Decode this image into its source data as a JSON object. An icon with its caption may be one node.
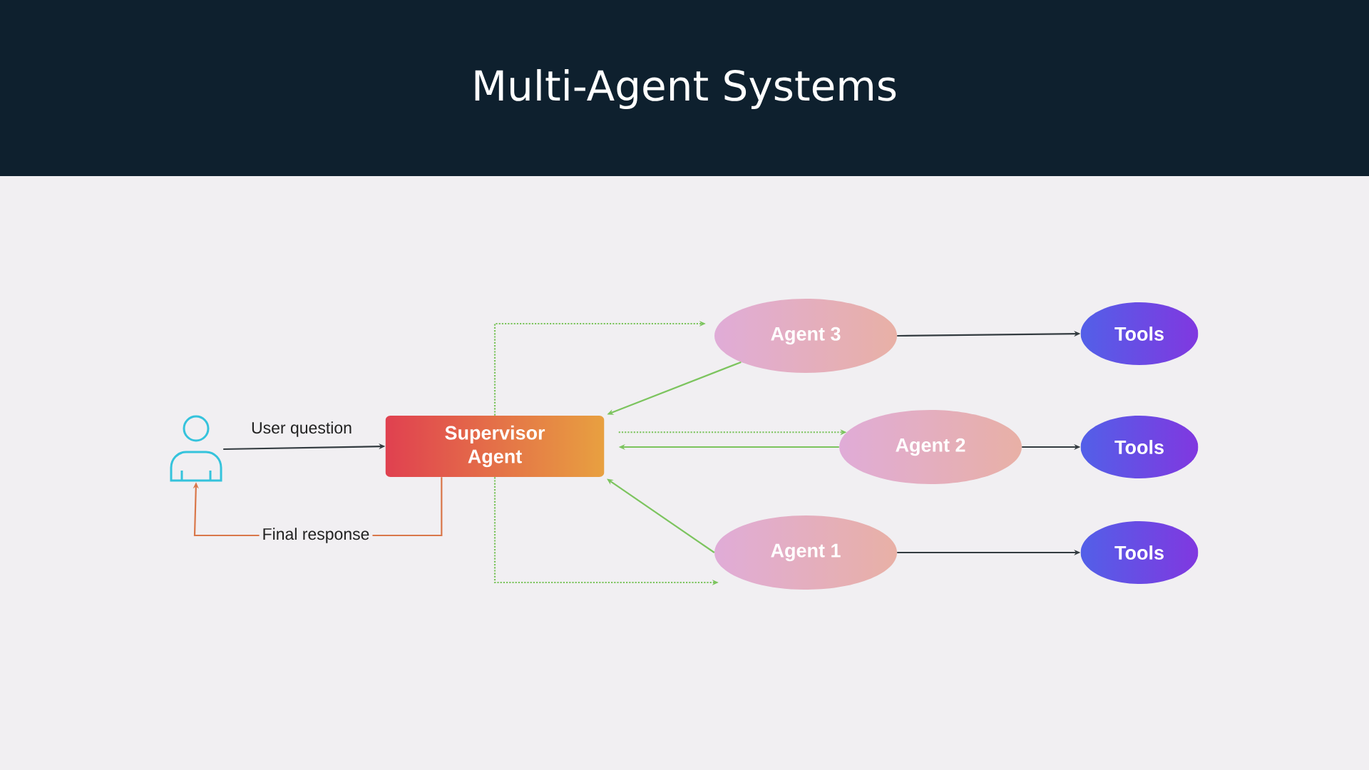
{
  "diagram": {
    "title": "Multi-Agent Systems",
    "nodes": [
      {
        "text": [],
        "shape": "person"
      },
      {
        "text": [
          "Supervisor Agent"
        ]
      },
      {
        "text": [
          "Agent 3"
        ]
      },
      {
        "text": [
          "Tools"
        ]
      },
      {
        "text": [
          "Agent 2"
        ]
      },
      {
        "text": [
          "Tools"
        ]
      },
      {
        "text": [
          "Agent 1"
        ]
      },
      {
        "text": [
          "Tools"
        ]
      }
    ],
    "edges": [
      {
        "from": 0,
        "to": 1,
        "arrow": "to",
        "label": "User question",
        "color": "#333b40"
      },
      {
        "from": 1,
        "to": 0,
        "arrow": "to",
        "label": "Final response",
        "color": "#d9774a"
      },
      {
        "from": 1,
        "to": 2,
        "arrow": "to",
        "style": "dashed"
      },
      {
        "from": 2,
        "to": 1,
        "arrow": "to"
      },
      {
        "from": 1,
        "to": 4,
        "arrow": "to",
        "style": "dashed"
      },
      {
        "from": 4,
        "to": 1,
        "arrow": "to"
      },
      {
        "from": 1,
        "to": 6,
        "arrow": "to",
        "style": "dashed"
      },
      {
        "from": 6,
        "to": 1,
        "arrow": "to"
      },
      {
        "from": 2,
        "to": 3,
        "arrow": "to",
        "color": "#333b40"
      },
      {
        "from": 4,
        "to": 5,
        "arrow": "to",
        "color": "#333b40"
      },
      {
        "from": 6,
        "to": 7,
        "arrow": "to",
        "color": "#333b40"
      }
    ]
  }
}
